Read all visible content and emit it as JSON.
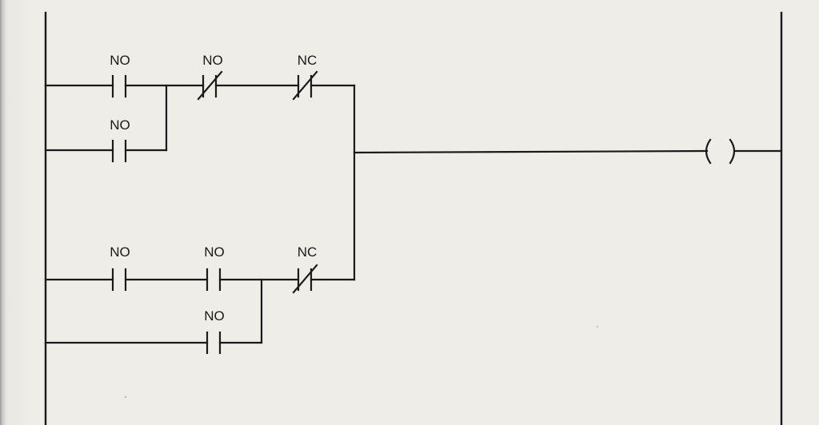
{
  "diagram": {
    "type": "ladder-logic",
    "rungs": [
      {
        "branch_a": [
          {
            "label": "NO",
            "kind": "normally-open"
          },
          {
            "label": "NO",
            "kind": "normally-open-parallel"
          },
          {
            "label": "NO",
            "kind": "normally-closed-symbol"
          },
          {
            "label": "NC",
            "kind": "normally-closed"
          }
        ],
        "branch_b": [
          {
            "label": "NO",
            "kind": "normally-open"
          },
          {
            "label": "NO",
            "kind": "normally-open"
          },
          {
            "label": "NO",
            "kind": "normally-open-parallel"
          },
          {
            "label": "NC",
            "kind": "normally-closed"
          }
        ],
        "output": {
          "kind": "coil"
        }
      }
    ],
    "labels": {
      "c1": "NO",
      "c2": "NO",
      "c3": "NO",
      "c4": "NC",
      "c5": "NO",
      "c6": "NO",
      "c7": "NO",
      "c8": "NC"
    }
  }
}
